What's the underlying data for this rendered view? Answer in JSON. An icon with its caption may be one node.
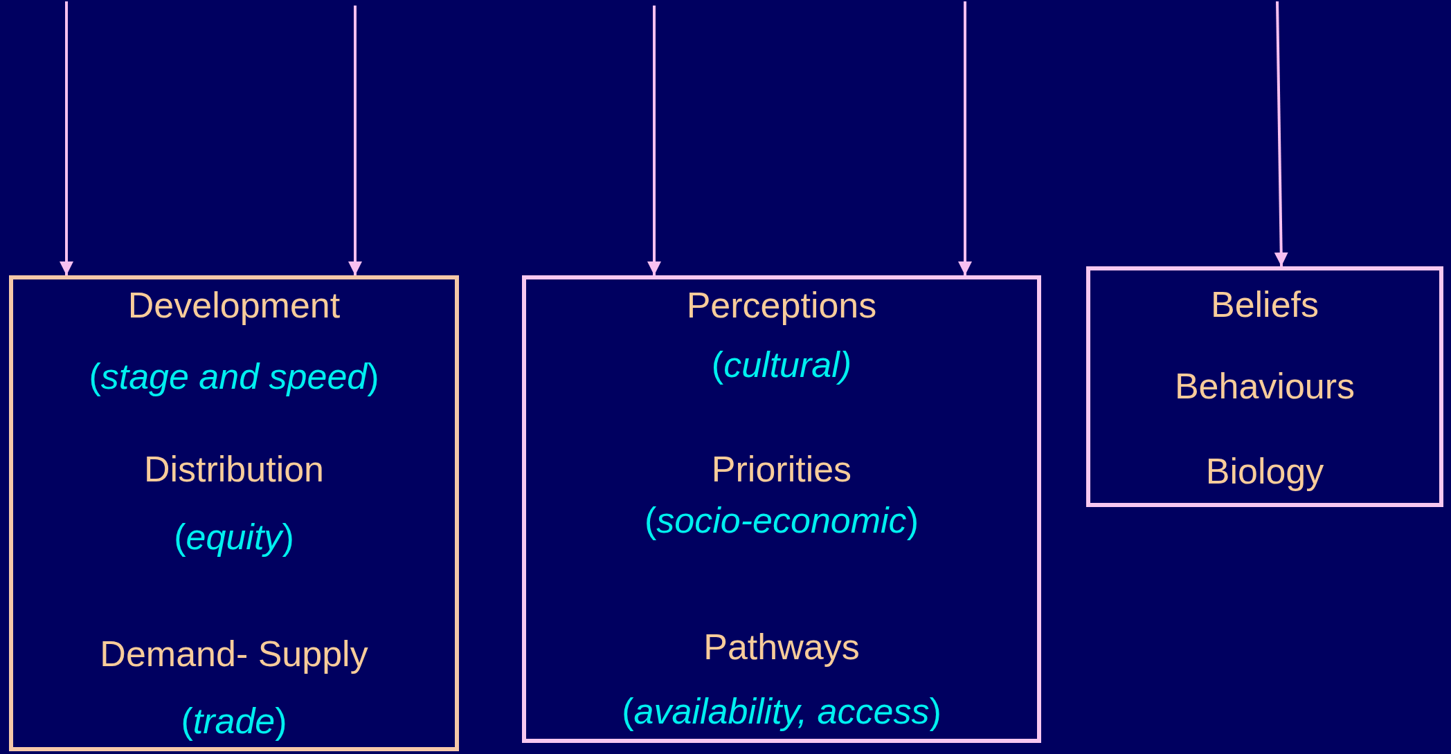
{
  "diagram": {
    "nodes": [
      {
        "text": [
          "Development",
          "(*stage and speed*)",
          "Distribution",
          "(*equity*)",
          "Demand- Supply",
          "(*trade*)"
        ]
      },
      {
        "text": [
          "Perceptions",
          "(*cultural)*",
          "Priorities",
          "(*socio-economic*)",
          "Pathways",
          "(*availability, access*)"
        ]
      },
      {
        "text": [
          "Beliefs",
          "Behaviours",
          "Biology"
        ]
      }
    ],
    "edges": [
      {
        "from": null,
        "to": 0,
        "arrow": "to"
      },
      {
        "from": null,
        "to": 0,
        "arrow": "to"
      },
      {
        "from": null,
        "to": 1,
        "arrow": "to"
      },
      {
        "from": null,
        "to": 1,
        "arrow": "to"
      },
      {
        "from": null,
        "to": 2,
        "arrow": "to"
      }
    ]
  }
}
